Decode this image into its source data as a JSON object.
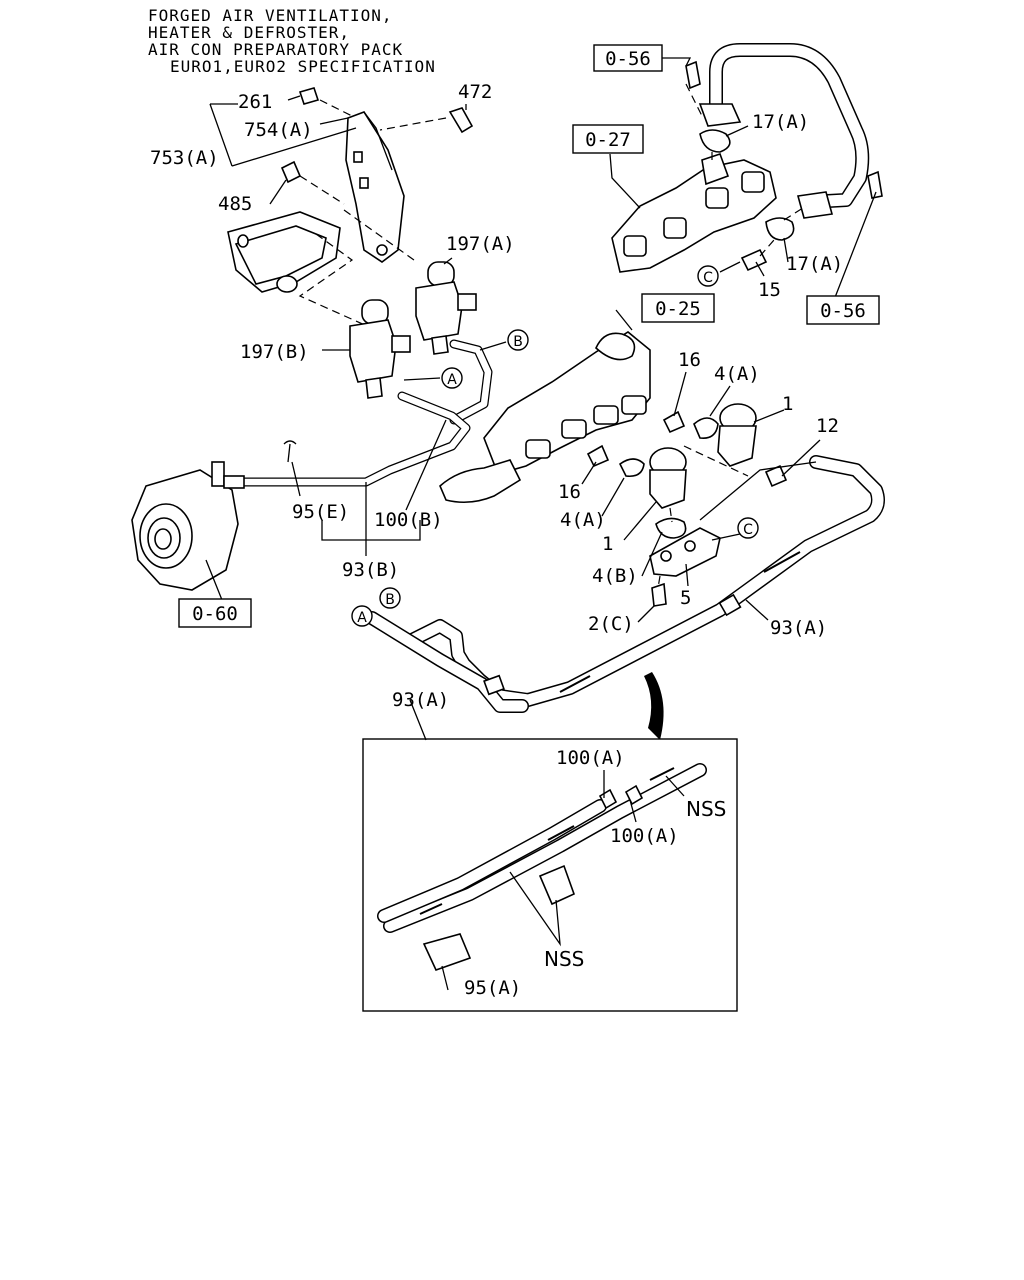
{
  "header": {
    "lines": [
      "FORGED AIR VENTILATION,",
      "HEATER & DEFROSTER,",
      "AIR CON PREPARATORY PACK",
      "EURO1,EURO2 SPECIFICATION"
    ]
  },
  "refs": {
    "r056_top": "0-56",
    "r027": "0-27",
    "r025": "0-25",
    "r056_right": "0-56",
    "r060": "0-60"
  },
  "callouts": {
    "c_a1": "A",
    "c_b1": "B",
    "c_a2": "A",
    "c_b2": "B",
    "c_c1": "C",
    "c_c2": "C"
  },
  "labels": {
    "p261": "261",
    "p472": "472",
    "p754a": "754(A)",
    "p753a": "753(A)",
    "p485": "485",
    "p197a": "197(A)",
    "p197b": "197(B)",
    "p17a_top": "17(A)",
    "p17a_low": "17(A)",
    "p15": "15",
    "p16_top": "16",
    "p4a_top": "4(A)",
    "p1_top": "1",
    "p12": "12",
    "p16_low": "16",
    "p4a_low": "4(A)",
    "p1_low": "1",
    "p4b": "4(B)",
    "p5": "5",
    "p2c": "2(C)",
    "p93a_right": "93(A)",
    "p95e": "95(E)",
    "p100b": "100(B)",
    "p93b": "93(B)",
    "p93a_lower": "93(A)",
    "p100a_1": "100(A)",
    "p100a_2": "100(A)",
    "nss_1": "NSS",
    "nss_2": "NSS",
    "p95a": "95(A)"
  }
}
